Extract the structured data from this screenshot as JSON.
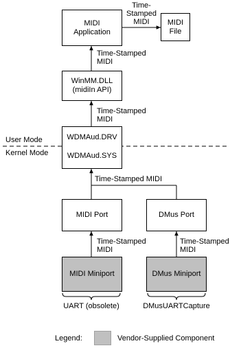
{
  "boxes": {
    "midi_app": [
      "MIDI",
      "Application"
    ],
    "midi_file": [
      "MIDI",
      "File"
    ],
    "winmm": [
      "WinMM.DLL",
      "(midiIn API)"
    ],
    "wdmaud_drv": "WDMAud.DRV",
    "wdmaud_sys": "WDMAud.SYS",
    "midi_port": "MIDI Port",
    "dmus_port": "DMus Port",
    "midi_miniport": "MIDI Miniport",
    "dmus_miniport": "DMus Miniport"
  },
  "labels": {
    "ts_dash_midi": [
      "Time-",
      "Stamped",
      "MIDI"
    ],
    "ts_midi": [
      "Time-Stamped",
      "MIDI"
    ],
    "ts_midi_single": "Time-Stamped MIDI"
  },
  "modes": {
    "user": "User Mode",
    "kernel": "Kernel Mode"
  },
  "braces": {
    "left": "UART (obsolete)",
    "right": "DMusUARTCapture"
  },
  "legend": {
    "title": "Legend:",
    "text": "Vendor-Supplied Component"
  },
  "colors": {
    "vendor_fill": "#c0c0c0",
    "line": "#000000"
  }
}
